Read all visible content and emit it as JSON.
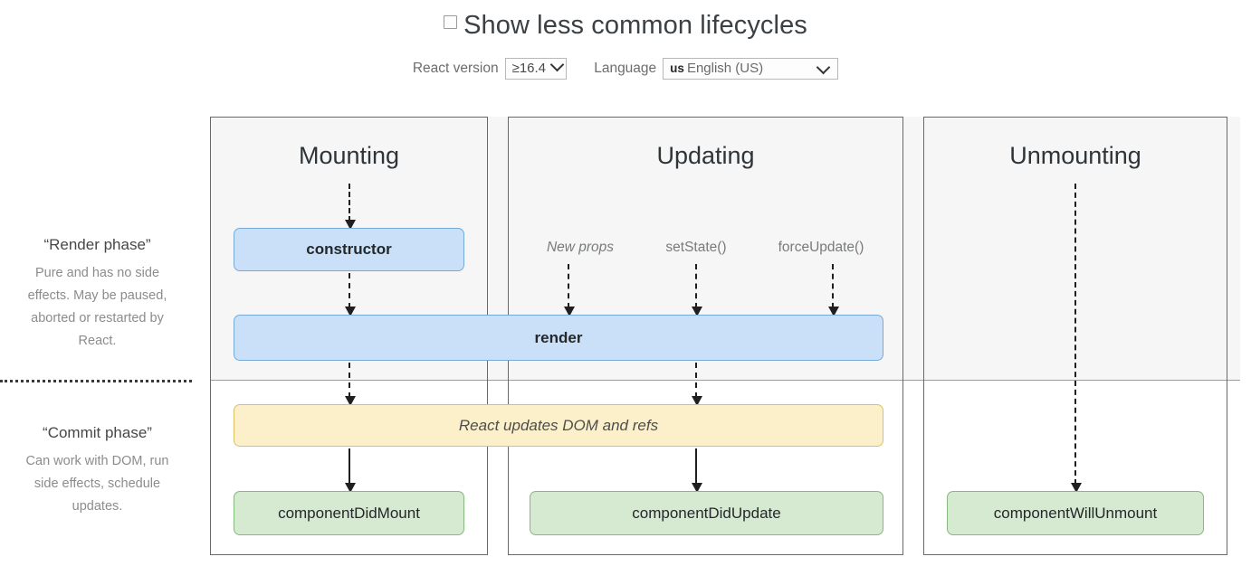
{
  "header": {
    "checkbox_label": "Show less common lifecycles",
    "checkbox_checked": false,
    "react_version_label": "React version",
    "react_version_value": "≥16.4",
    "language_label": "Language",
    "language_flag": "us",
    "language_value": "English (US)"
  },
  "legend": {
    "render": {
      "title": "“Render phase”",
      "description": "Pure and has no side effects. May be paused, aborted or restarted by React."
    },
    "commit": {
      "title": "“Commit phase”",
      "description": "Can work with DOM, run side effects, schedule updates."
    }
  },
  "columns": {
    "mounting": {
      "title": "Mounting"
    },
    "updating": {
      "title": "Updating"
    },
    "unmounting": {
      "title": "Unmounting"
    }
  },
  "triggers": {
    "new_props": "New props",
    "set_state": "setState()",
    "force_update": "forceUpdate()"
  },
  "boxes": {
    "constructor": "constructor",
    "render": "render",
    "react_updates": "React updates DOM and refs",
    "component_did_mount": "componentDidMount",
    "component_did_update": "componentDidUpdate",
    "component_will_unmount": "componentWillUnmount"
  },
  "colors": {
    "render_phase_box": "#c9e0f8",
    "render_phase_border": "#76aada",
    "commit_dom_box": "#fbf0ca",
    "commit_dom_border": "#dcc068",
    "commit_lifecycle_box": "#d6e9d1",
    "commit_lifecycle_border": "#86b97c",
    "render_band_background": "#f6f6f6",
    "panel_border": "#666a6d",
    "heading_text": "#2f3438",
    "muted_text": "#8c8c8c"
  }
}
